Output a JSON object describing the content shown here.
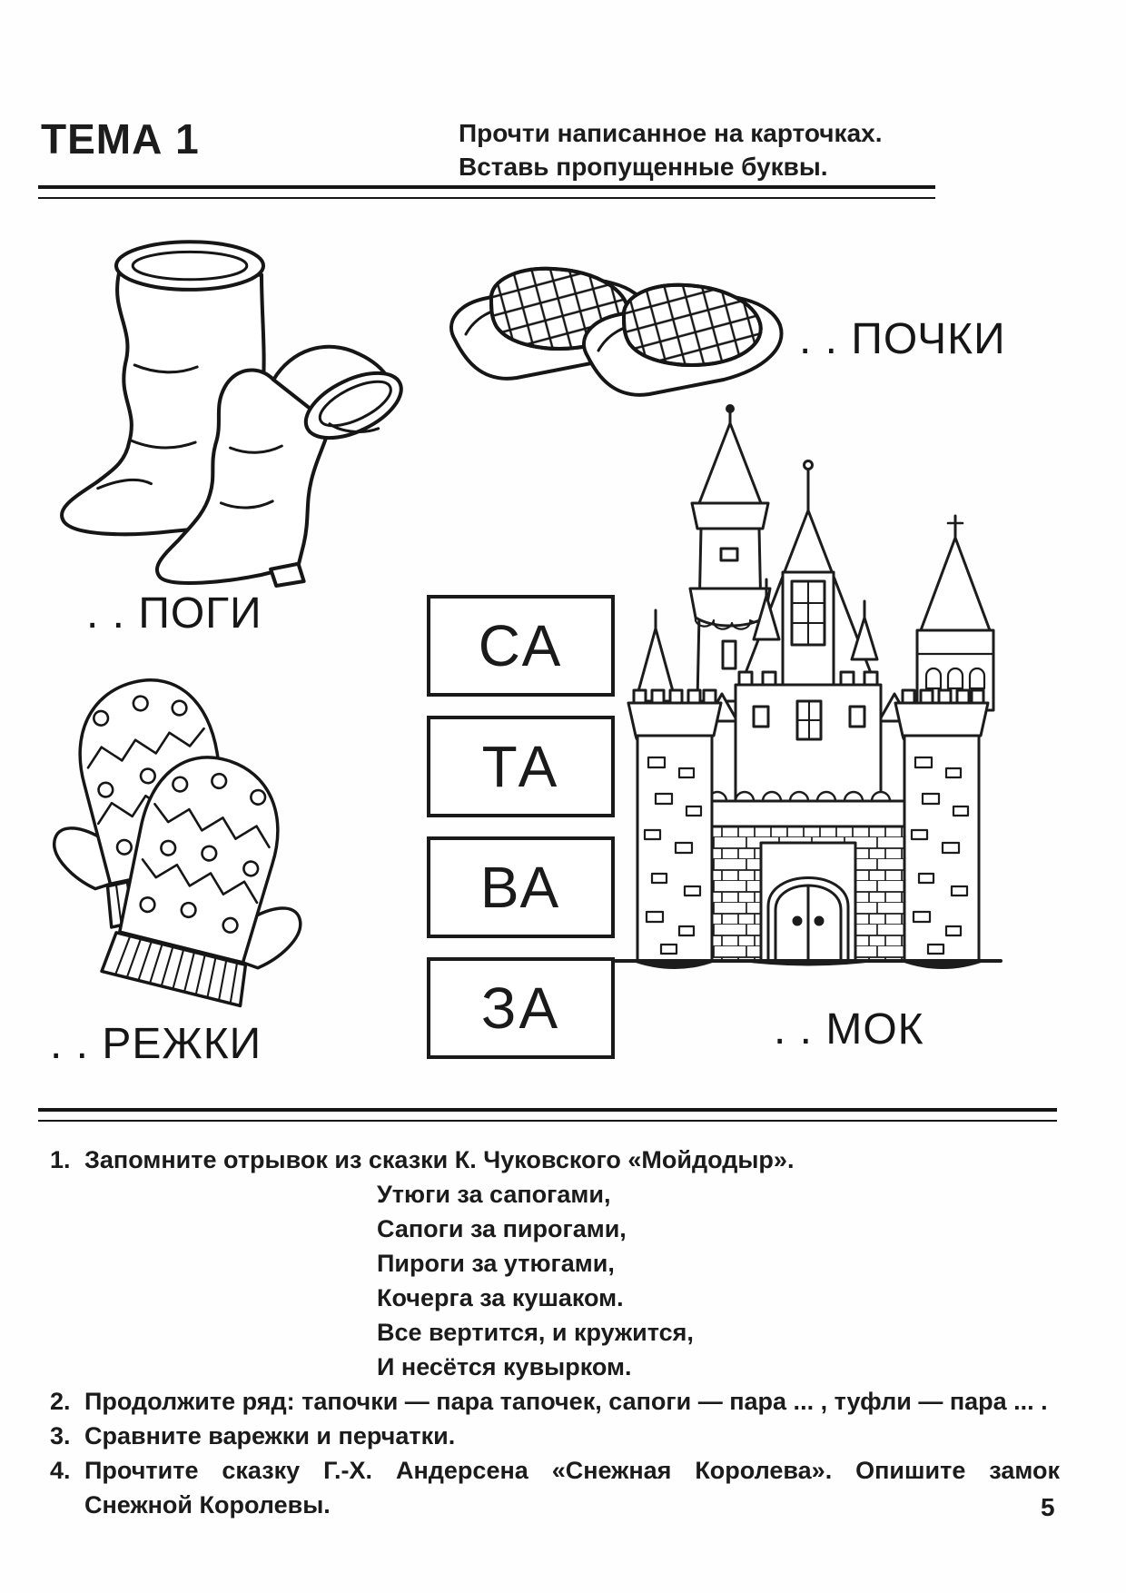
{
  "header": {
    "theme": "ТЕМА 1",
    "instruction1": "Прочти написанное на карточках.",
    "instruction2": "Вставь пропущенные буквы."
  },
  "matching": {
    "label_boots": ". . ПОГИ",
    "label_slippers": ". . ПОЧКИ",
    "label_mittens": ". . РЕЖКИ",
    "label_castle": ". . МОК",
    "cards": [
      "СА",
      "ТА",
      "ВА",
      "ЗА"
    ],
    "illustrations": [
      "boots",
      "slippers",
      "mittens",
      "castle"
    ]
  },
  "tasks": {
    "n1": "1.",
    "item1": "Запомните отрывок из сказки К. Чуковского «Мойдодыр».",
    "poem": [
      "Утюги за сапогами,",
      "Сапоги за пирогами,",
      "Пироги за утюгами,",
      "Кочерга за кушаком.",
      "Все вертится, и кружится,",
      "И несётся кувырком."
    ],
    "n2": "2.",
    "item2": "Продолжите ряд: тапочки — пара тапочек, сапоги — пара ... , туфли — пара ... .",
    "n3": "3.",
    "item3": "Сравните варежки и перчатки.",
    "n4": "4.",
    "item4a": "Прочтите сказку Г.-Х. Андерсена «Снежная Королева». Опишите замок",
    "item4b": "Снежной Королевы."
  },
  "footer": {
    "page_number": "5"
  }
}
